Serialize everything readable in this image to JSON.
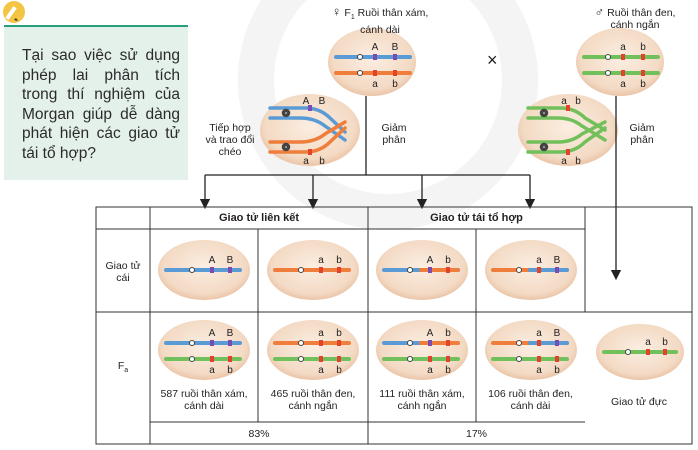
{
  "question": {
    "text": "Tại sao việc sử dụng phép lai phân tích trong thí nghiệm của Morgan giúp dễ dàng phát hiện các giao tử tái tổ hợp?",
    "icon": "pencil-icon"
  },
  "parents": {
    "female_symbol": "♀",
    "female_gen": "F",
    "female_gen_sub": "1",
    "female_label_1": "Ruồi thân xám,",
    "female_label_2": "cánh dài",
    "cross_symbol": "×",
    "male_symbol": "♂",
    "male_label_1": "Ruồi thân đen,",
    "male_label_2": "cánh ngắn"
  },
  "process": {
    "crossing_over_1": "Tiếp hợp",
    "crossing_over_2": "và trao đổi",
    "crossing_over_3": "chéo",
    "meiosis_left_1": "Giảm",
    "meiosis_left_2": "phân",
    "meiosis_right_1": "Giảm",
    "meiosis_right_2": "phân"
  },
  "table": {
    "header_linked": "Giao tử liên kết",
    "header_recombinant": "Giao tử tái tổ hợp",
    "row_gamete_1": "Giao tử",
    "row_gamete_2": "cái",
    "row_f": "F",
    "row_f_sub": "a",
    "male_gamete": "Giao tử đực",
    "offspring": [
      {
        "line1": "587 ruồi thân xám,",
        "line2": "cánh dài"
      },
      {
        "line1": "465 ruồi thân đen,",
        "line2": "cánh ngắn"
      },
      {
        "line1": "111 ruồi thân xám,",
        "line2": "cánh ngắn"
      },
      {
        "line1": "106 ruồi thân đen,",
        "line2": "cánh dài"
      }
    ],
    "percent_linked": "83%",
    "percent_recombinant": "17%"
  },
  "alleles": {
    "A": "A",
    "a": "a",
    "B": "B",
    "b": "b"
  },
  "colors": {
    "question_bg": "#e4f1ea",
    "cell": "#f3dcc8",
    "cell_edge": "#d9a887",
    "blue": "#5b9bd5",
    "orange": "#ef7d3c",
    "green": "#72c05b",
    "purple": "#7a4bb0",
    "red": "#e2432a",
    "header_line": "#222222",
    "accent": "#2a9d7e"
  }
}
